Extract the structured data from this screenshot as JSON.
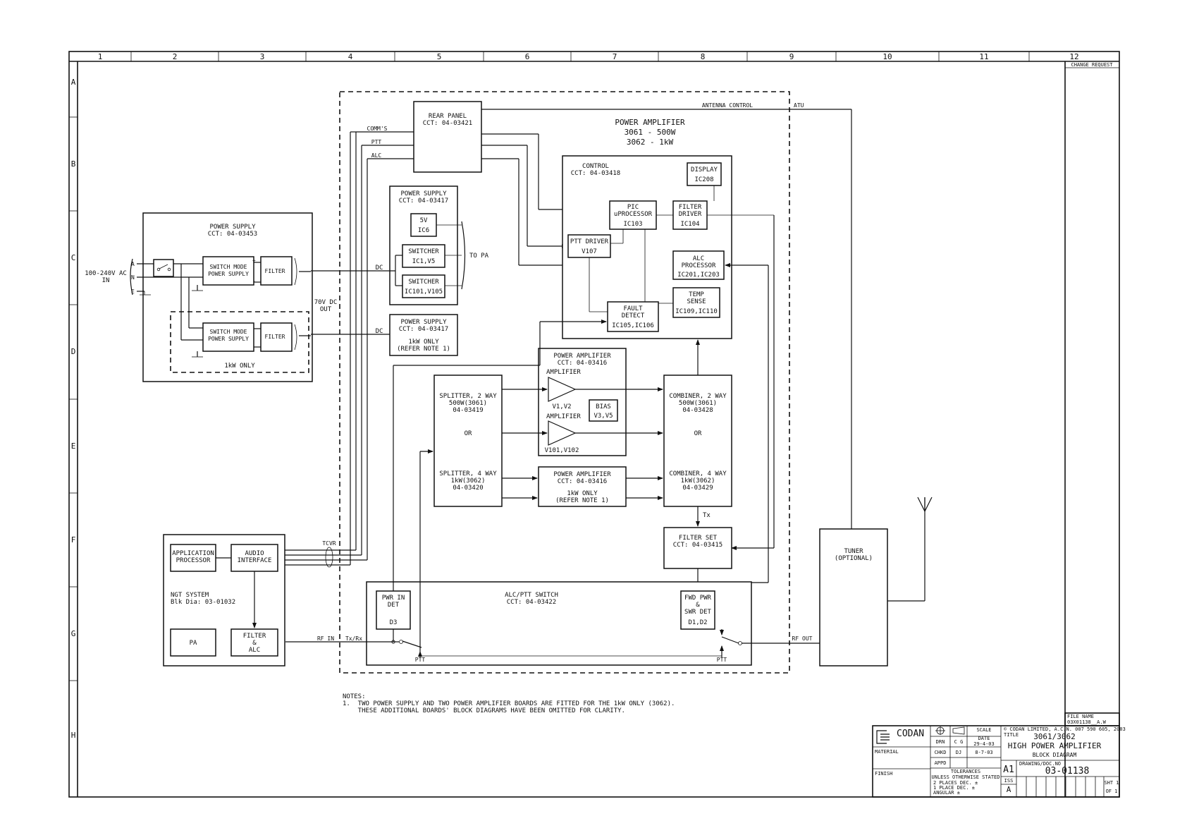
{
  "frame": {
    "col_labels": [
      "1",
      "2",
      "3",
      "4",
      "5",
      "6",
      "7",
      "8",
      "9",
      "10",
      "11",
      "12"
    ],
    "row_labels": [
      "A",
      "B",
      "C",
      "D",
      "E",
      "F",
      "G",
      "H"
    ],
    "change_request": "CHANGE REQUEST"
  },
  "psu_main": {
    "title": "POWER SUPPLY",
    "cct": "CCT: 04-03453",
    "ac_in_1": "100-240V AC",
    "ac_in_2": "IN",
    "terminal_a": "A",
    "terminal_n": "N",
    "terminal_e": "E",
    "smps1_1": "SWITCH MODE",
    "smps1_2": "POWER SUPPLY",
    "smps2_1": "SWITCH MODE",
    "smps2_2": "POWER SUPPLY",
    "filter1": "FILTER",
    "filter2": "FILTER",
    "plus": "+",
    "minus": "-",
    "only_1kw": "1kW ONLY",
    "dc_out_1": "70V DC",
    "dc_out_2": "OUT"
  },
  "pa_enclosure": {
    "title_1": "POWER AMPLIFIER",
    "title_2": "3061 - 500W",
    "title_3": "3062 - 1kW"
  },
  "rear_panel": {
    "title": "REAR PANEL",
    "cct": "CCT: 04-03421"
  },
  "signals": {
    "comms": "COMM'S",
    "ptt": "PTT",
    "alc": "ALC",
    "antenna_control": "ANTENNA CONTROL",
    "atu": "ATU",
    "dc1": "DC",
    "dc2": "DC",
    "to_pa": "TO PA",
    "tcvr": "TCVR",
    "rf_in": "RF IN",
    "tx_rx": "Tx/Rx",
    "rf_out": "RF OUT",
    "tx": "Tx",
    "ptt_left": "PTT",
    "ptt_right": "PTT"
  },
  "ps_internal": {
    "title": "POWER SUPPLY",
    "cct": "CCT: 04-03417",
    "v5": "5V",
    "ic6": "IC6",
    "sw1": "SWITCHER",
    "sw1_ref": "IC1,V5",
    "sw2": "SWITCHER",
    "sw2_ref": "IC101,V105"
  },
  "ps_1kw": {
    "title": "POWER SUPPLY",
    "cct": "CCT: 04-03417",
    "note_1": "1kW ONLY",
    "note_2": "(REFER NOTE 1)"
  },
  "control": {
    "title": "CONTROL",
    "cct": "CCT: 04-03418",
    "display": "DISPLAY",
    "display_ref": "IC208",
    "pic_1": "PIC",
    "pic_2": "uPROCESSOR",
    "pic_ref": "IC103",
    "filter_drv_1": "FILTER",
    "filter_drv_2": "DRIVER",
    "filter_drv_ref": "IC104",
    "ptt_drv": "PTT DRIVER",
    "ptt_drv_ref": "V107",
    "alc_1": "ALC",
    "alc_2": "PROCESSOR",
    "alc_ref": "IC201,IC203",
    "fault_1": "FAULT",
    "fault_2": "DETECT",
    "fault_ref": "IC105,IC106",
    "temp_1": "TEMP",
    "temp_2": "SENSE",
    "temp_ref": "IC109,IC110"
  },
  "splitter": {
    "l1": "SPLITTER, 2 WAY",
    "l2": "500W(3061)",
    "l3": "04-03419",
    "or": "OR",
    "l4": "SPLITTER, 4 WAY",
    "l5": "1kW(3062)",
    "l6": "04-03420"
  },
  "pa_board": {
    "title": "POWER AMPLIFIER",
    "cct": "CCT: 04-03416",
    "amp1": "AMPLIFIER",
    "amp1_ref": "V1,V2",
    "amp2": "AMPLIFIER",
    "amp2_ref": "V101,V102",
    "bias": "BIAS",
    "bias_ref": "V3,V5"
  },
  "pa_board_1kw": {
    "title": "POWER AMPLIFIER",
    "cct": "CCT: 04-03416",
    "note_1": "1kW ONLY",
    "note_2": "(REFER NOTE 1)"
  },
  "combiner": {
    "l1": "COMBINER, 2 WAY",
    "l2": "500W(3061)",
    "l3": "04-03428",
    "or": "OR",
    "l4": "COMBINER, 4 WAY",
    "l5": "1kW(3062)",
    "l6": "04-03429"
  },
  "filter_set": {
    "title": "FILTER SET",
    "cct": "CCT: 04-03415"
  },
  "alc_ptt": {
    "title": "ALC/PTT SWITCH",
    "cct": "CCT: 04-03422",
    "pwr_1": "PWR IN",
    "pwr_2": "DET",
    "pwr_ref": "D3",
    "fwd_1": "FWD PWR",
    "fwd_2": "&",
    "fwd_3": "SWR DET",
    "fwd_ref": "D1,D2"
  },
  "ngt": {
    "app_1": "APPLICATION",
    "app_2": "PROCESSOR",
    "audio_1": "AUDIO",
    "audio_2": "INTERFACE",
    "sys_1": "NGT SYSTEM",
    "sys_2": "Blk Dia: 03-01032",
    "pa": "PA",
    "flt_1": "FILTER",
    "flt_2": "&",
    "flt_3": "ALC"
  },
  "tuner": {
    "l1": "TUNER",
    "l2": "(OPTIONAL)"
  },
  "notes": {
    "heading": "NOTES:",
    "n1": "1.  TWO POWER SUPPLY AND TWO POWER AMPLIFIER BOARDS ARE FITTED FOR THE 1kW ONLY (3062).",
    "n2": "    THESE ADDITIONAL BOARDS' BLOCK DIAGRAMS HAVE BEEN OMITTED FOR CLARITY."
  },
  "title_block": {
    "file_name_label": "FILE NAME",
    "file_name": "03X01138__A.W",
    "company": "CODAN",
    "copyright": "© CODAN LIMITED,    A.C.N. 007 590 605, 2003",
    "title_label": "TITLE",
    "title_1": "3061/3062",
    "title_2": "HIGH POWER AMPLIFIER",
    "title_3": "BLOCK DIAGRAM",
    "scale": "SCALE",
    "drn": "DRN",
    "drn_by": "C G",
    "date_label": "DATE",
    "drn_date": "29-4-03",
    "chkd": "CHKD",
    "chkd_by": "DJ",
    "chkd_date": "8-7-03",
    "appd": "APPD",
    "material": "MATERIAL",
    "finish": "FINISH",
    "tolerances": "TOLERANCES",
    "unless": "UNLESS OTHERWISE STATED",
    "tol_2": "2 PLACES DEC. ±",
    "tol_1": "1 PLACE DEC. ±",
    "tol_ang": "ANGULAR ±",
    "size": "A1",
    "drawing_label": "DRAWING/DOC.NO",
    "drawing_no": "03-01138",
    "iss_label": "ISS",
    "iss": "A",
    "sht": "SHT 1",
    "of": "OF 1"
  }
}
